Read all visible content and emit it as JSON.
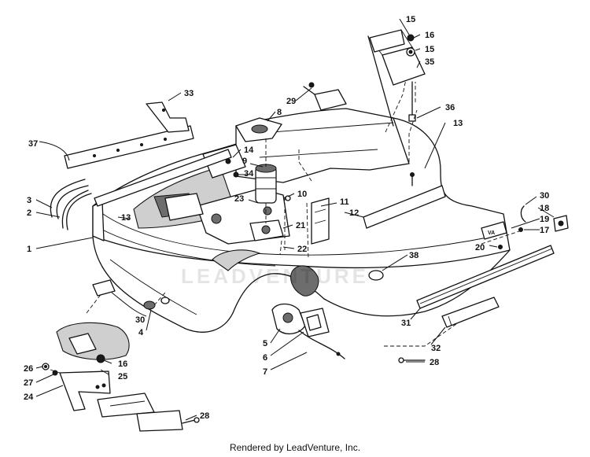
{
  "diagram": {
    "callouts": [
      {
        "id": "c15a",
        "text": "15"
      },
      {
        "id": "c16a",
        "text": "16"
      },
      {
        "id": "c15b",
        "text": "15"
      },
      {
        "id": "c35",
        "text": "35"
      },
      {
        "id": "c33",
        "text": "33"
      },
      {
        "id": "c29",
        "text": "29"
      },
      {
        "id": "c8",
        "text": "8"
      },
      {
        "id": "c36",
        "text": "36"
      },
      {
        "id": "c13a",
        "text": "13"
      },
      {
        "id": "c37",
        "text": "37"
      },
      {
        "id": "c14",
        "text": "14"
      },
      {
        "id": "c9",
        "text": "9"
      },
      {
        "id": "c34",
        "text": "34"
      },
      {
        "id": "c23",
        "text": "23"
      },
      {
        "id": "c10",
        "text": "10"
      },
      {
        "id": "c11",
        "text": "11"
      },
      {
        "id": "c12",
        "text": "12"
      },
      {
        "id": "c21",
        "text": "21"
      },
      {
        "id": "c22",
        "text": "22"
      },
      {
        "id": "c13b",
        "text": "13"
      },
      {
        "id": "c3",
        "text": "3"
      },
      {
        "id": "c2",
        "text": "2"
      },
      {
        "id": "c1",
        "text": "1"
      },
      {
        "id": "c30a",
        "text": "30"
      },
      {
        "id": "c18",
        "text": "18"
      },
      {
        "id": "c19",
        "text": "19"
      },
      {
        "id": "c17",
        "text": "17"
      },
      {
        "id": "c20",
        "text": "20"
      },
      {
        "id": "c38",
        "text": "38"
      },
      {
        "id": "c30b",
        "text": "30"
      },
      {
        "id": "c4",
        "text": "4"
      },
      {
        "id": "c31",
        "text": "31"
      },
      {
        "id": "c32",
        "text": "32"
      },
      {
        "id": "c5",
        "text": "5"
      },
      {
        "id": "c6",
        "text": "6"
      },
      {
        "id": "c7",
        "text": "7"
      },
      {
        "id": "c28a",
        "text": "28"
      },
      {
        "id": "c26",
        "text": "26"
      },
      {
        "id": "c16b",
        "text": "16"
      },
      {
        "id": "c27",
        "text": "27"
      },
      {
        "id": "c25",
        "text": "25"
      },
      {
        "id": "c24",
        "text": "24"
      },
      {
        "id": "c28b",
        "text": "28"
      }
    ],
    "watermark": "LEADVENTURE",
    "footer": "Rendered by LeadVenture, Inc."
  }
}
